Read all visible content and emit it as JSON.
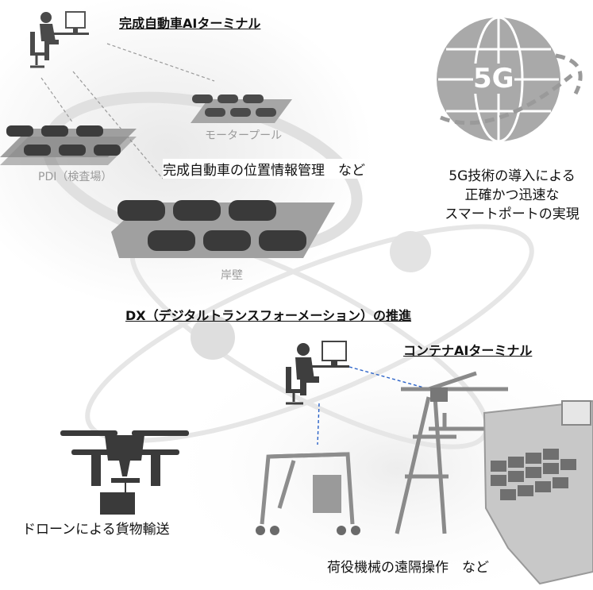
{
  "terminal_car": {
    "title": "完成自動車AIターミナル",
    "motor_pool": "モータープール",
    "pdi": "PDI（検査場）",
    "quay": "岸壁",
    "management": "完成自動車の位置情報管理　など"
  },
  "network": {
    "badge": "5G",
    "caption_lines": [
      "5G技術の導入による",
      "正確かつ迅速な",
      "スマートポートの実現"
    ]
  },
  "dx_title": "DX（デジタルトランスフォーメーション）の推進",
  "terminal_container": {
    "title": "コンテナAIターミナル",
    "remote": "荷役機械の遠隔操作　など"
  },
  "drone": {
    "caption": "ドローンによる貨物輸送"
  }
}
